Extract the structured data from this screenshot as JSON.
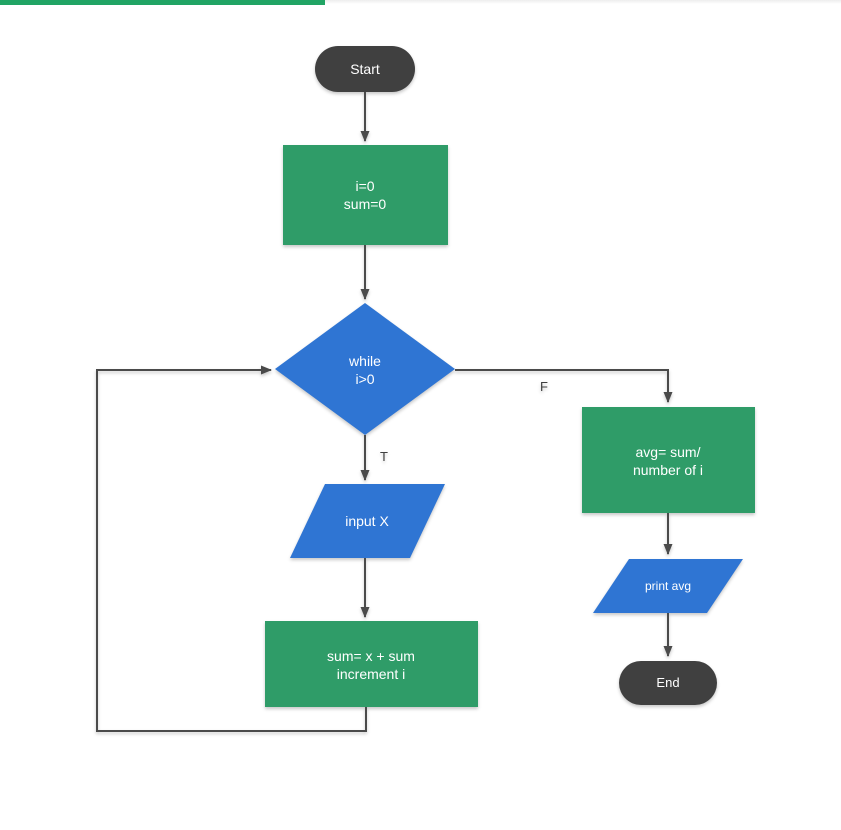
{
  "colors": {
    "green": "#2f9c68",
    "blue": "#2f75d3",
    "terminator": "#404040",
    "line": "#4a4a4a",
    "edge_label": "#3f3f3f",
    "node_text": "#ffffff",
    "top_bar": "#21a464",
    "background": "#ffffff"
  },
  "nodes": {
    "start": {
      "type": "terminator",
      "label": "Start"
    },
    "init": {
      "type": "process",
      "line1": "i=0",
      "line2": "sum=0"
    },
    "loop_condition": {
      "type": "decision",
      "line1": "while",
      "line2": "i>0"
    },
    "input_x": {
      "type": "input-output",
      "label": "input X"
    },
    "accumulate": {
      "type": "process",
      "line1": "sum= x + sum",
      "line2": "increment i"
    },
    "compute_avg": {
      "type": "process",
      "line1": "avg= sum/",
      "line2": "number of i"
    },
    "print_avg": {
      "type": "input-output",
      "label": "print avg"
    },
    "end": {
      "type": "terminator",
      "label": "End"
    }
  },
  "edge_labels": {
    "true_branch": "T",
    "false_branch": "F"
  }
}
